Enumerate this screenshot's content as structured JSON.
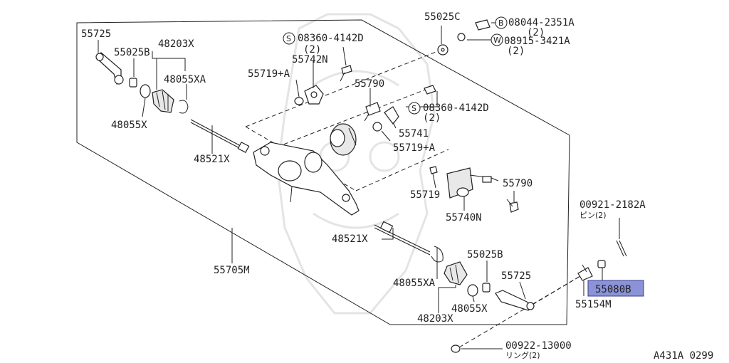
{
  "diagram": {
    "figure_code": "A431A 0299",
    "highlight_color": "#8b93d8",
    "labels": {
      "p55725_top": "55725",
      "p55025B_top": "55025B",
      "p48203X_top": "48203X",
      "p48055XA_top": "48055XA",
      "p48055X_top": "48055X",
      "p48521X_top": "48521X",
      "p55719A_1": "55719+A",
      "p55742N": "55742N",
      "s08360_1": "08360-4142D",
      "s08360_1_qty": "(2)",
      "p55025C": "55025C",
      "b08044": "08044-2351A",
      "b08044_qty": "(2)",
      "w08915": "08915-3421A",
      "w08915_qty": "(2)",
      "p55790_1": "55790",
      "s08360_2": "08360-4142D",
      "s08360_2_qty": "(2)",
      "p55741": "55741",
      "p55719A_2": "55719+A",
      "p55719": "55719",
      "p55790_2": "55790",
      "p55740N": "55740N",
      "p55705M": "55705M",
      "p48521X_bot": "48521X",
      "p55025B_bot": "55025B",
      "p55725_bot": "55725",
      "p48055XA_bot": "48055XA",
      "p48055X_bot": "48055X",
      "p48203X_bot": "48203X",
      "p00921": "00921-2182A",
      "p00921_note": "ピン(2)",
      "p55080B": "55080B",
      "p55154M": "55154M",
      "p00922": "00922-13000",
      "p00922_note": "リング(2)"
    },
    "callout_markers": {
      "s1": "S",
      "s2": "S",
      "b": "B",
      "w": "W"
    }
  }
}
